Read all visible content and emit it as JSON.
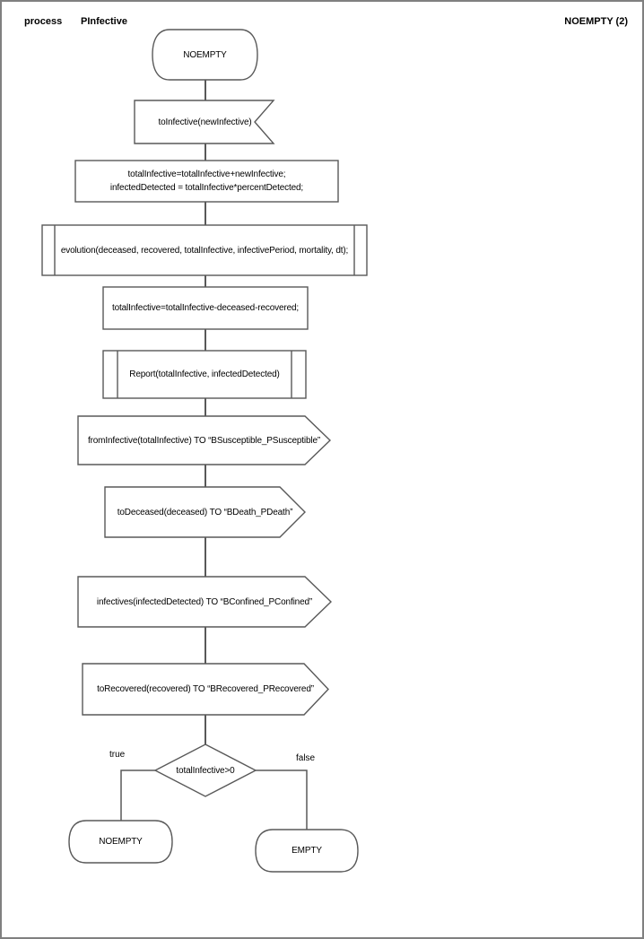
{
  "header": {
    "kind_label": "process",
    "process_name": "PInfective",
    "page_ref": "NOEMPTY (2)"
  },
  "colors": {
    "shape_line": "#595959",
    "connector_line": "#595959",
    "page_border": "#808080",
    "text": "#000000",
    "shape_fill": "#ffffff"
  },
  "nodes": {
    "start_state": {
      "type": "state",
      "label": "NOEMPTY"
    },
    "input_signal": {
      "type": "input-signal",
      "label": "toInfective(newInfective)"
    },
    "assign_task": {
      "type": "task",
      "line1": "totalInfective=totalInfective+newInfective;",
      "line2": "infectedDetected = totalInfective*percentDetected;"
    },
    "evolution_call": {
      "type": "procedure-call",
      "label": "evolution(deceased, recovered, totalInfective, infectivePeriod, mortality, dt);"
    },
    "update_task": {
      "type": "task",
      "label": "totalInfective=totalInfective-deceased-recovered;"
    },
    "report_call": {
      "type": "procedure-call",
      "label": "Report(totalInfective, infectedDetected)"
    },
    "output_to_susceptible": {
      "type": "output-signal",
      "label": "fromInfective(totalInfective) TO “BSusceptible_PSusceptible”"
    },
    "output_to_death": {
      "type": "output-signal",
      "label": "toDeceased(deceased) TO “BDeath_PDeath”"
    },
    "output_to_confined": {
      "type": "output-signal",
      "label": "infectives(infectedDetected) TO “BConfined_PConfined”"
    },
    "output_to_recovered": {
      "type": "output-signal",
      "label": "toRecovered(recovered) TO “BRecovered_PRecovered”"
    },
    "decision": {
      "type": "decision",
      "label": "totalInfective>0",
      "true_label": "true",
      "false_label": "false"
    },
    "next_state_noempty": {
      "type": "state",
      "label": "NOEMPTY"
    },
    "next_state_empty": {
      "type": "state",
      "label": "EMPTY"
    }
  }
}
